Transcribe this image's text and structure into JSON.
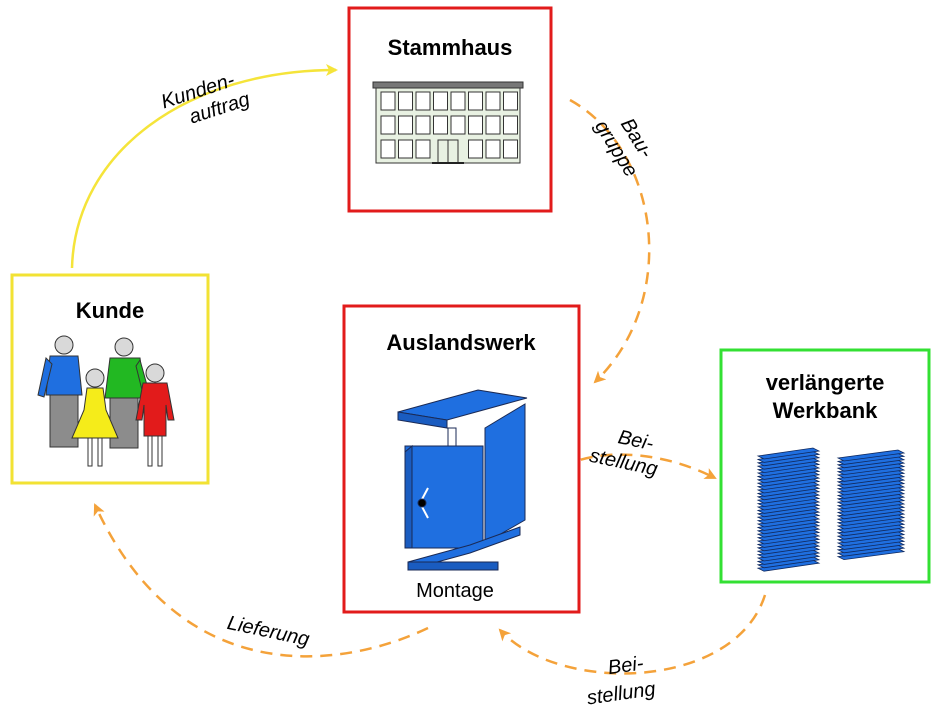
{
  "nodes": {
    "stammhaus": {
      "title": "Stammhaus",
      "border_color": "#e21b1b"
    },
    "kunde": {
      "title": "Kunde",
      "border_color": "#f2e233"
    },
    "auslandswerk": {
      "title": "Auslandswerk",
      "subtitle": "Montage",
      "border_color": "#e21b1b"
    },
    "werkbank": {
      "title_line1": "verlängerte",
      "title_line2": "Werkbank",
      "border_color": "#33e033"
    }
  },
  "edges": {
    "kundenauftrag": {
      "line1": "Kunden-",
      "line2": "auftrag",
      "color": "#f5e43a",
      "style": "solid"
    },
    "baugruppe": {
      "line1": "Bau-",
      "line2": "gruppe",
      "color": "#f4a23a",
      "style": "dashed"
    },
    "beistellung_out": {
      "line1": "Bei-",
      "line2": "stellung",
      "color": "#f4a23a",
      "style": "dashed"
    },
    "beistellung_back": {
      "line1": "Bei-",
      "line2": "stellung",
      "color": "#f4a23a",
      "style": "dashed"
    },
    "lieferung": {
      "label": "Lieferung",
      "color": "#f4a23a",
      "style": "dashed"
    }
  },
  "icons": {
    "building": "building-icon",
    "people": "people-icon",
    "cabinet": "cabinet-icon",
    "stacks": "paper-stack-icon"
  },
  "colors": {
    "accent_blue": "#1f6fe0",
    "arrow_orange": "#f4a23a",
    "arrow_yellow": "#f5e43a"
  }
}
